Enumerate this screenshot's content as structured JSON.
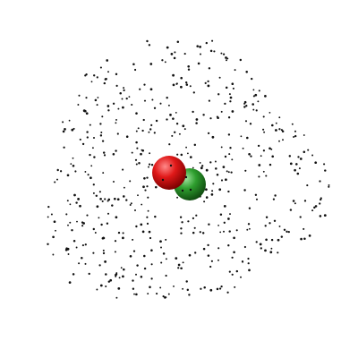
{
  "scene": {
    "background_color": "#ffffff",
    "particle_color": "#111111",
    "particle_count": 560,
    "spheres": [
      {
        "name": "red-sphere",
        "color": "#e01818",
        "highlight": "#ff8a8a",
        "shade": "#7a0000"
      },
      {
        "name": "green-sphere",
        "color": "#2e9e2e",
        "highlight": "#9fe39f",
        "shade": "#0f4a0f"
      }
    ]
  }
}
